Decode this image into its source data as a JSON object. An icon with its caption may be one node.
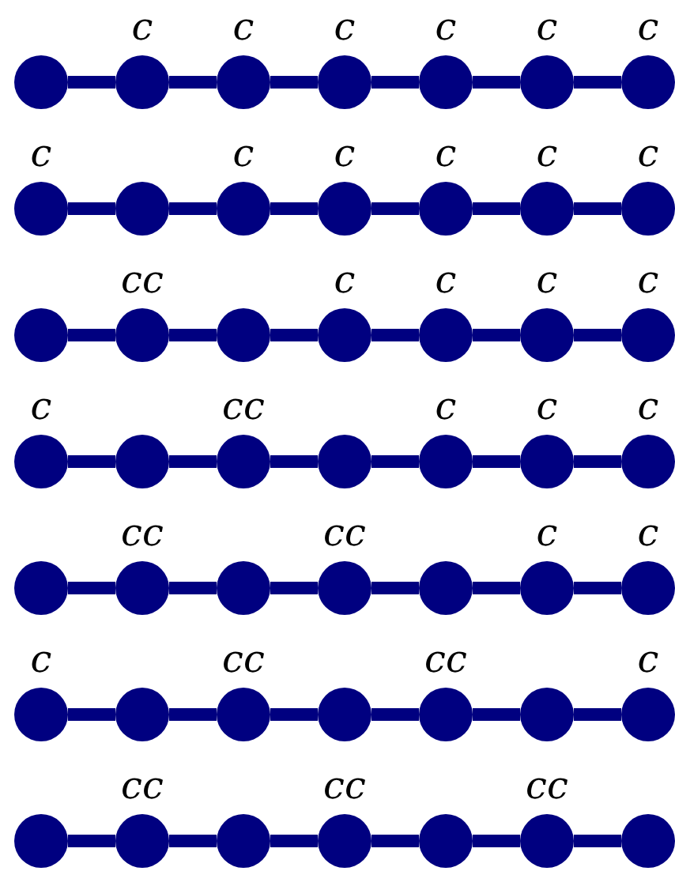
{
  "diagram": {
    "nodes": [
      {
        "text": [],
        "shape": "circle"
      },
      {
        "text": [],
        "shape": "circle",
        "beside": [
          "c"
        ]
      },
      {
        "text": [],
        "shape": "circle",
        "beside": [
          "c"
        ]
      },
      {
        "text": [],
        "shape": "circle",
        "beside": [
          "c"
        ]
      },
      {
        "text": [],
        "shape": "circle",
        "beside": [
          "c"
        ]
      },
      {
        "text": [],
        "shape": "circle",
        "beside": [
          "c"
        ]
      },
      {
        "text": [],
        "shape": "circle",
        "beside": [
          "c"
        ]
      },
      {
        "text": [],
        "shape": "circle",
        "beside": [
          "c"
        ]
      },
      {
        "text": [],
        "shape": "circle"
      },
      {
        "text": [],
        "shape": "circle",
        "beside": [
          "c"
        ]
      },
      {
        "text": [],
        "shape": "circle",
        "beside": [
          "c"
        ]
      },
      {
        "text": [],
        "shape": "circle",
        "beside": [
          "c"
        ]
      },
      {
        "text": [],
        "shape": "circle",
        "beside": [
          "c"
        ]
      },
      {
        "text": [],
        "shape": "circle",
        "beside": [
          "c"
        ]
      },
      {
        "text": [],
        "shape": "circle"
      },
      {
        "text": [],
        "shape": "circle",
        "beside": [
          "cc"
        ]
      },
      {
        "text": [],
        "shape": "circle"
      },
      {
        "text": [],
        "shape": "circle",
        "beside": [
          "c"
        ]
      },
      {
        "text": [],
        "shape": "circle",
        "beside": [
          "c"
        ]
      },
      {
        "text": [],
        "shape": "circle",
        "beside": [
          "c"
        ]
      },
      {
        "text": [],
        "shape": "circle",
        "beside": [
          "c"
        ]
      },
      {
        "text": [],
        "shape": "circle",
        "beside": [
          "c"
        ]
      },
      {
        "text": [],
        "shape": "circle"
      },
      {
        "text": [],
        "shape": "circle",
        "beside": [
          "cc"
        ]
      },
      {
        "text": [],
        "shape": "circle"
      },
      {
        "text": [],
        "shape": "circle",
        "beside": [
          "c"
        ]
      },
      {
        "text": [],
        "shape": "circle",
        "beside": [
          "c"
        ]
      },
      {
        "text": [],
        "shape": "circle",
        "beside": [
          "c"
        ]
      },
      {
        "text": [],
        "shape": "circle"
      },
      {
        "text": [],
        "shape": "circle",
        "beside": [
          "cc"
        ]
      },
      {
        "text": [],
        "shape": "circle"
      },
      {
        "text": [],
        "shape": "circle",
        "beside": [
          "cc"
        ]
      },
      {
        "text": [],
        "shape": "circle"
      },
      {
        "text": [],
        "shape": "circle",
        "beside": [
          "c"
        ]
      },
      {
        "text": [],
        "shape": "circle",
        "beside": [
          "c"
        ]
      },
      {
        "text": [],
        "shape": "circle",
        "beside": [
          "c"
        ]
      },
      {
        "text": [],
        "shape": "circle"
      },
      {
        "text": [],
        "shape": "circle",
        "beside": [
          "cc"
        ]
      },
      {
        "text": [],
        "shape": "circle"
      },
      {
        "text": [],
        "shape": "circle",
        "beside": [
          "cc"
        ]
      },
      {
        "text": [],
        "shape": "circle"
      },
      {
        "text": [],
        "shape": "circle",
        "beside": [
          "c"
        ]
      },
      {
        "text": [],
        "shape": "circle"
      },
      {
        "text": [],
        "shape": "circle",
        "beside": [
          "cc"
        ]
      },
      {
        "text": [],
        "shape": "circle"
      },
      {
        "text": [],
        "shape": "circle",
        "beside": [
          "cc"
        ]
      },
      {
        "text": [],
        "shape": "circle"
      },
      {
        "text": [],
        "shape": "circle",
        "beside": [
          "cc"
        ]
      },
      {
        "text": [],
        "shape": "circle"
      }
    ],
    "edges": [
      {
        "from": 0,
        "to": 1,
        "arrow": "none"
      },
      {
        "from": 1,
        "to": 2,
        "arrow": "none"
      },
      {
        "from": 2,
        "to": 3,
        "arrow": "none"
      },
      {
        "from": 3,
        "to": 4,
        "arrow": "none"
      },
      {
        "from": 4,
        "to": 5,
        "arrow": "none"
      },
      {
        "from": 5,
        "to": 6,
        "arrow": "none"
      },
      {
        "from": 7,
        "to": 8,
        "arrow": "none"
      },
      {
        "from": 8,
        "to": 9,
        "arrow": "none"
      },
      {
        "from": 9,
        "to": 10,
        "arrow": "none"
      },
      {
        "from": 10,
        "to": 11,
        "arrow": "none"
      },
      {
        "from": 11,
        "to": 12,
        "arrow": "none"
      },
      {
        "from": 12,
        "to": 13,
        "arrow": "none"
      },
      {
        "from": 14,
        "to": 15,
        "arrow": "none"
      },
      {
        "from": 15,
        "to": 16,
        "arrow": "none"
      },
      {
        "from": 16,
        "to": 17,
        "arrow": "none"
      },
      {
        "from": 17,
        "to": 18,
        "arrow": "none"
      },
      {
        "from": 18,
        "to": 19,
        "arrow": "none"
      },
      {
        "from": 19,
        "to": 20,
        "arrow": "none"
      },
      {
        "from": 21,
        "to": 22,
        "arrow": "none"
      },
      {
        "from": 22,
        "to": 23,
        "arrow": "none"
      },
      {
        "from": 23,
        "to": 24,
        "arrow": "none"
      },
      {
        "from": 24,
        "to": 25,
        "arrow": "none"
      },
      {
        "from": 25,
        "to": 26,
        "arrow": "none"
      },
      {
        "from": 26,
        "to": 27,
        "arrow": "none"
      },
      {
        "from": 28,
        "to": 29,
        "arrow": "none"
      },
      {
        "from": 29,
        "to": 30,
        "arrow": "none"
      },
      {
        "from": 30,
        "to": 31,
        "arrow": "none"
      },
      {
        "from": 31,
        "to": 32,
        "arrow": "none"
      },
      {
        "from": 32,
        "to": 33,
        "arrow": "none"
      },
      {
        "from": 33,
        "to": 34,
        "arrow": "none"
      },
      {
        "from": 35,
        "to": 36,
        "arrow": "none"
      },
      {
        "from": 36,
        "to": 37,
        "arrow": "none"
      },
      {
        "from": 37,
        "to": 38,
        "arrow": "none"
      },
      {
        "from": 38,
        "to": 39,
        "arrow": "none"
      },
      {
        "from": 39,
        "to": 40,
        "arrow": "none"
      },
      {
        "from": 40,
        "to": 41,
        "arrow": "none"
      },
      {
        "from": 42,
        "to": 43,
        "arrow": "none"
      },
      {
        "from": 43,
        "to": 44,
        "arrow": "none"
      },
      {
        "from": 44,
        "to": 45,
        "arrow": "none"
      },
      {
        "from": 45,
        "to": 46,
        "arrow": "none"
      },
      {
        "from": 46,
        "to": 47,
        "arrow": "none"
      },
      {
        "from": 47,
        "to": 48,
        "arrow": "none"
      }
    ]
  }
}
